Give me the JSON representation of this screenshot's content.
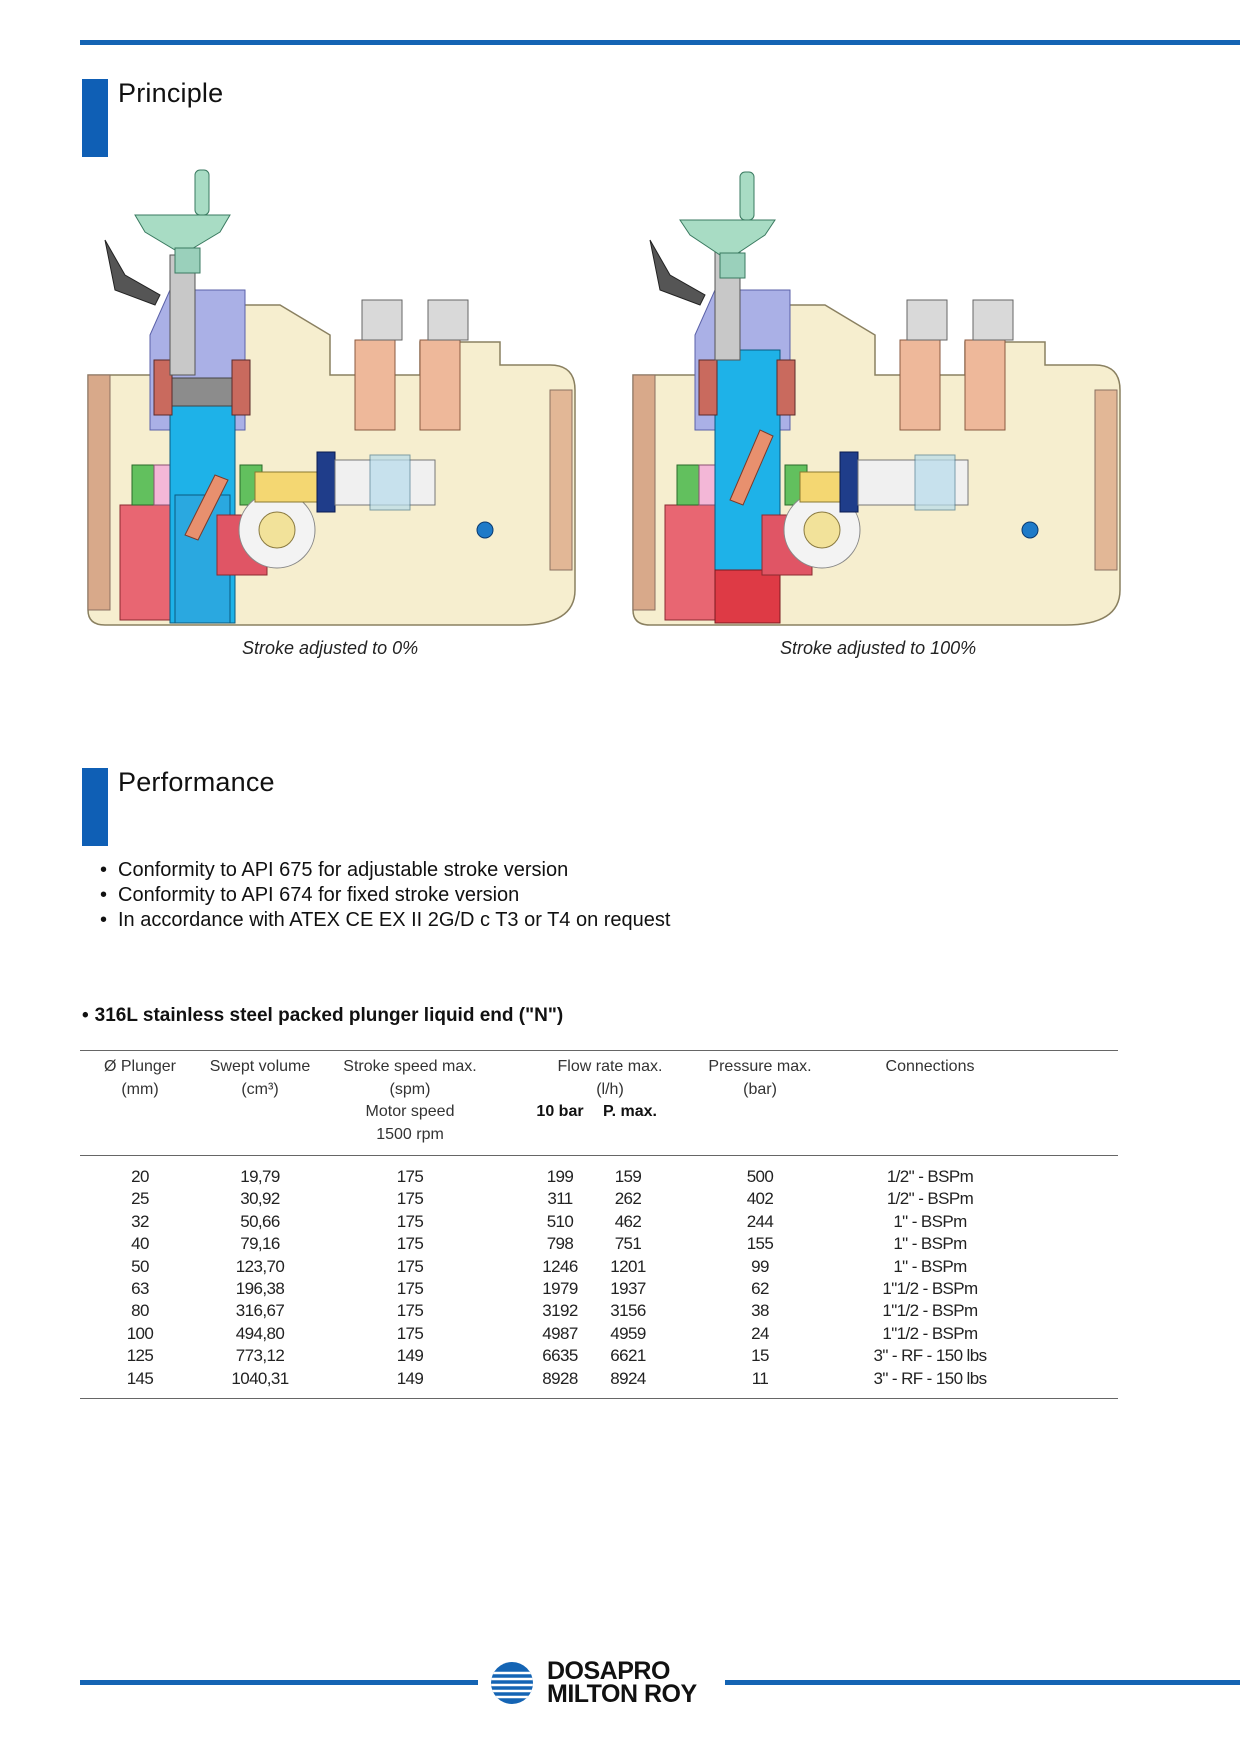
{
  "sections": {
    "principle": "Principle",
    "performance": "Performance"
  },
  "captions": {
    "left": "Stroke adjusted to 0%",
    "right": "Stroke adjusted to 100%"
  },
  "bullets": [
    "Conformity to API 675 for adjustable stroke version",
    "Conformity to API 674 for fixed stroke version",
    "In accordance with ATEX CE EX II 2G/D c T3 or T4 on request"
  ],
  "table": {
    "title": "316L stainless steel packed plunger liquid end (\"N\")",
    "headers": {
      "plunger": [
        "Ø Plunger",
        "(mm)"
      ],
      "swept": [
        "Swept volume",
        "(cm³)"
      ],
      "stroke": [
        "Stroke speed max.",
        "(spm)",
        "Motor speed",
        "1500 rpm"
      ],
      "flow": [
        "Flow rate max.",
        "(l/h)"
      ],
      "flow_10bar": "10 bar",
      "flow_pmax": "P. max.",
      "pressure": [
        "Pressure max.",
        "(bar)"
      ],
      "connections": "Connections"
    },
    "rows": [
      [
        "20",
        "19,79",
        "175",
        "199",
        "159",
        "500",
        "1/2\" - BSPm"
      ],
      [
        "25",
        "30,92",
        "175",
        "311",
        "262",
        "402",
        "1/2\" - BSPm"
      ],
      [
        "32",
        "50,66",
        "175",
        "510",
        "462",
        "244",
        "1\" - BSPm"
      ],
      [
        "40",
        "79,16",
        "175",
        "798",
        "751",
        "155",
        "1\" - BSPm"
      ],
      [
        "50",
        "123,70",
        "175",
        "1246",
        "1201",
        "99",
        "1\" - BSPm"
      ],
      [
        "63",
        "196,38",
        "175",
        "1979",
        "1937",
        "62",
        "1\"1/2 - BSPm"
      ],
      [
        "80",
        "316,67",
        "175",
        "3192",
        "3156",
        "38",
        "1\"1/2 - BSPm"
      ],
      [
        "100",
        "494,80",
        "175",
        "4987",
        "4959",
        "24",
        "1\"1/2 - BSPm"
      ],
      [
        "125",
        "773,12",
        "149",
        "6635",
        "6621",
        "15",
        "3\" - RF - 150 lbs"
      ],
      [
        "145",
        "1040,31",
        "149",
        "8928",
        "8924",
        "11",
        "3\" - RF - 150 lbs"
      ]
    ]
  },
  "logo": {
    "line1": "DOSAPRO",
    "line2": "MILTON ROY"
  },
  "colors": {
    "brand_blue": "#1464b4"
  }
}
